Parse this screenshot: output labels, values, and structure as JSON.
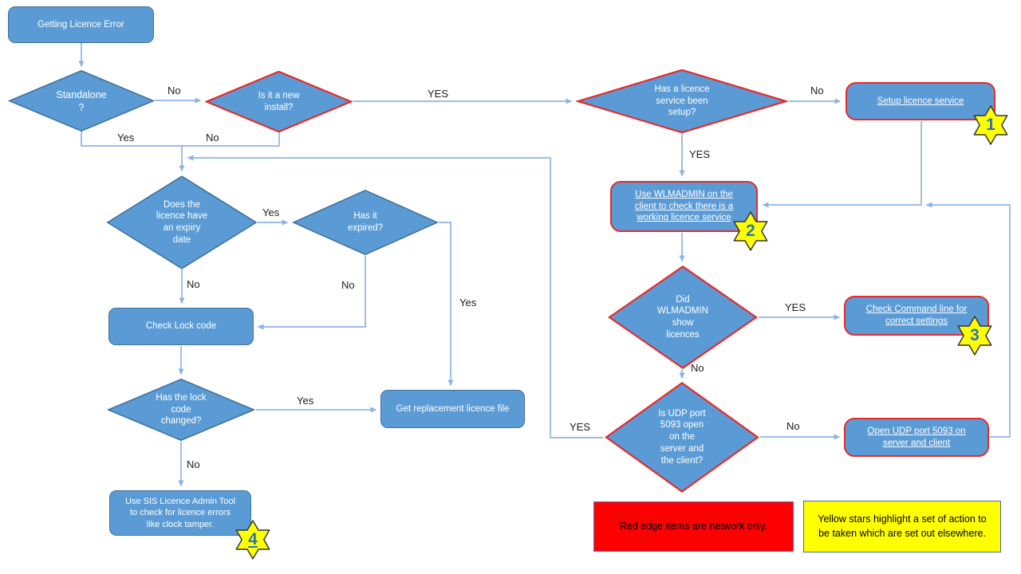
{
  "diagram_title": "Getting Licence Error troubleshooting flowchart",
  "colors": {
    "shape_fill": "#5B9BD5",
    "shape_border": "#41719C",
    "network_border": "#E52B2B",
    "connector": "#8EB4E3",
    "note_red_fill": "#FF0000",
    "note_yellow_fill": "#FFFF00",
    "star_fill": "#FFFF00",
    "star_number": "#2E75B6"
  },
  "nodes": {
    "start": {
      "label": "Getting Licence Error"
    },
    "standalone": {
      "label": "Standalone\n?"
    },
    "newinstall": {
      "label": "Is it a new\ninstall?"
    },
    "service": {
      "label": "Has a licence\nservice been\nsetup?"
    },
    "setup": {
      "label": "Setup licence service"
    },
    "wlmadmin": {
      "label": "Use WLMADMIN on the\nclient to check there is a\nworking licence service"
    },
    "didwlm": {
      "label": "Did\nWLMADMIN\nshow\nlicences"
    },
    "checkcmd": {
      "label": "Check Command line for\ncorrect settings"
    },
    "udp": {
      "label": "Is UDP port\n5093 open\non the\nserver and\nthe client?"
    },
    "openudp": {
      "label": "Open UDP port 5093 on\nserver and client"
    },
    "expiry": {
      "label": "Does the\nlicence have\nan expiry\ndate"
    },
    "expired": {
      "label": "Has it\nexpired?"
    },
    "checklock": {
      "label": "Check Lock code"
    },
    "lockchanged": {
      "label": "Has the lock\ncode\nchanged?"
    },
    "getreplace": {
      "label": "Get replacement licence file"
    },
    "sistool": {
      "label": "Use SIS Licence Admin Tool\nto check for licence errors\nlike clock tamper."
    }
  },
  "edge_labels": {
    "standalone_no": "No",
    "standalone_yes": "Yes",
    "newinstall_no": "No",
    "newinstall_yes": "YES",
    "service_no": "No",
    "service_yes": "YES",
    "wlmadmin_yes": "YES",
    "wlmadmin_no": "No",
    "udp_yes": "YES",
    "udp_no": "No",
    "expiry_yes": "Yes",
    "expiry_no": "No",
    "expired_no": "No",
    "expired_yes": "Yes",
    "lock_yes": "Yes",
    "lock_no": "No"
  },
  "stars": {
    "s1": {
      "label": "1"
    },
    "s2": {
      "label": "2"
    },
    "s3": {
      "label": "3"
    },
    "s4": {
      "label": "4"
    }
  },
  "notes": {
    "red": "Red edge items are network only.",
    "yellow": "Yellow stars highlight a set of action to\nbe taken which are set out elsewhere."
  }
}
